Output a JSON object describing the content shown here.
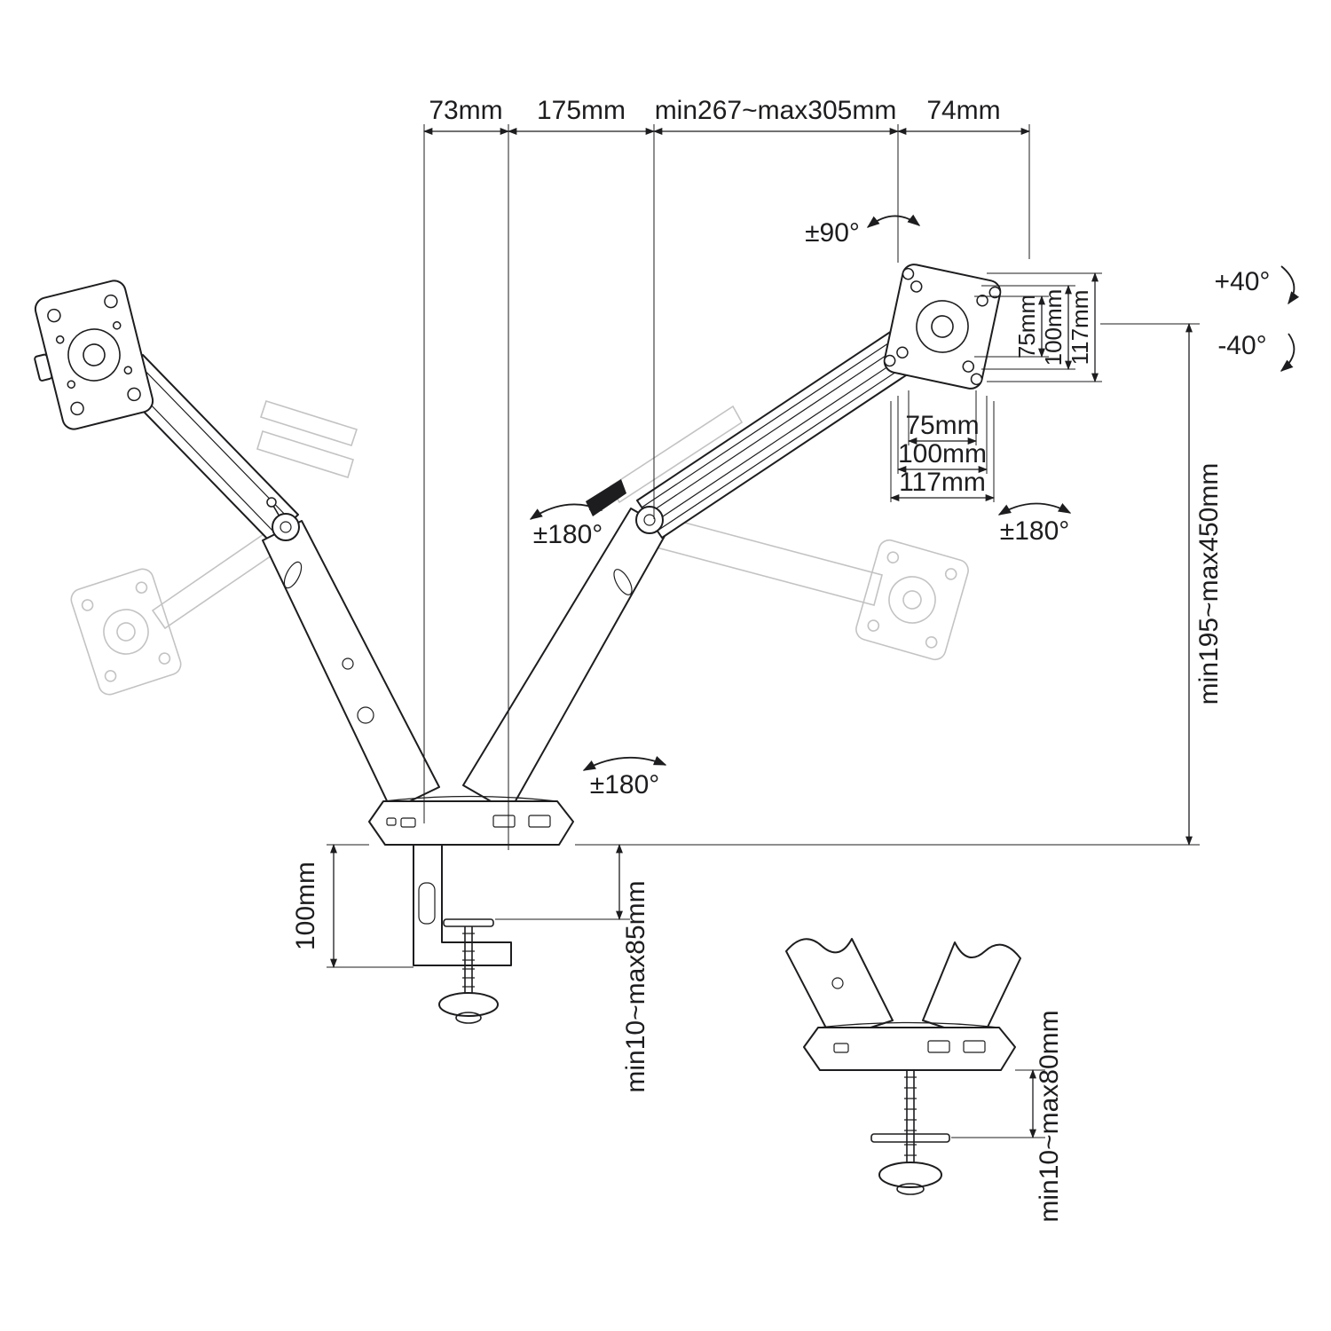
{
  "colors": {
    "line": "#1d1d1f",
    "ghost": "#c3c3c3",
    "background": "#ffffff"
  },
  "labels": {
    "top": {
      "d73": "73mm",
      "d175": "175mm",
      "d267_305": "min267~max305mm",
      "d74": "74mm"
    },
    "angles": {
      "rotate": "±90°",
      "tilt_up": "+40°",
      "tilt_down": "-40°",
      "swivel_left": "±180°",
      "swivel_right": "±180°",
      "swivel_base": "±180°"
    },
    "vesa_vertical": {
      "d75": "75mm",
      "d100": "100mm",
      "d117": "117mm"
    },
    "vesa_horizontal": {
      "d75": "75mm",
      "d100": "100mm",
      "d117": "117mm"
    },
    "height_range": "min195~max450mm",
    "clamp_height": "100mm",
    "clamp_range": "min10~max85mm",
    "grommet_range": "min10~max80mm"
  }
}
